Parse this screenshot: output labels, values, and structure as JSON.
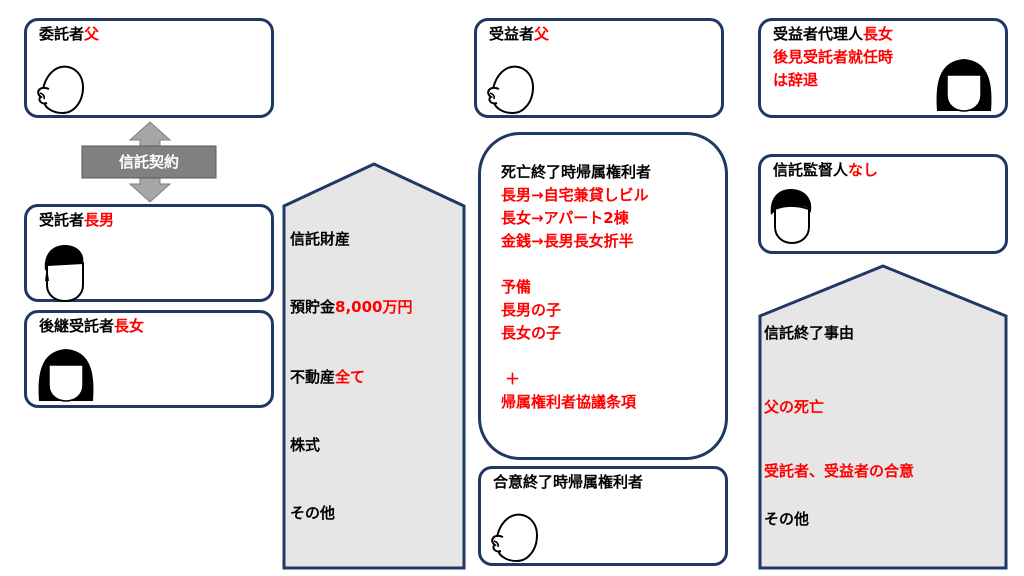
{
  "settlor": {
    "label": "委託者",
    "role": "父"
  },
  "beneficiary": {
    "label": "受益者",
    "role": "父"
  },
  "beneficiary_agent": {
    "label": "受益者代理人",
    "role": "長女",
    "note_line1": "後見受託者就任時",
    "note_line2": "は辞退"
  },
  "trust_contract": {
    "label": "信託契約"
  },
  "trustee": {
    "label": "受託者",
    "role": "長男"
  },
  "successor_trustee": {
    "label": "後継受託者",
    "role": "長女"
  },
  "supervisor": {
    "label": "信託監督人",
    "role": "なし"
  },
  "trust_property": {
    "title": "信託財産",
    "savings_label": "預貯金",
    "savings_value": "8,000万円",
    "real_estate_label": "不動産",
    "real_estate_value": "全て",
    "stocks": "株式",
    "other": "その他"
  },
  "death_holder": {
    "title": "死亡終了時帰属権利者",
    "line1": "長男→自宅兼貸しビル",
    "line2": "長女→アパート2棟",
    "line3": "金銭→長男長女折半",
    "line4": "予備",
    "line5": "長男の子",
    "line6": "長女の子",
    "line7": "＋",
    "line8": "帰属権利者協議条項"
  },
  "agreement_holder": {
    "title": "合意終了時帰属権利者"
  },
  "termination": {
    "title": "信託終了事由",
    "reason1": "父の死亡",
    "reason2": "受託者、受益者の合意",
    "other": "その他"
  },
  "colors": {
    "box_border": "#1f3864",
    "accent_red": "#ff0000",
    "house_fill": "#e7e6e6",
    "arrow_fill": "#a6a6a6",
    "arrow_label_bg": "#808080"
  }
}
